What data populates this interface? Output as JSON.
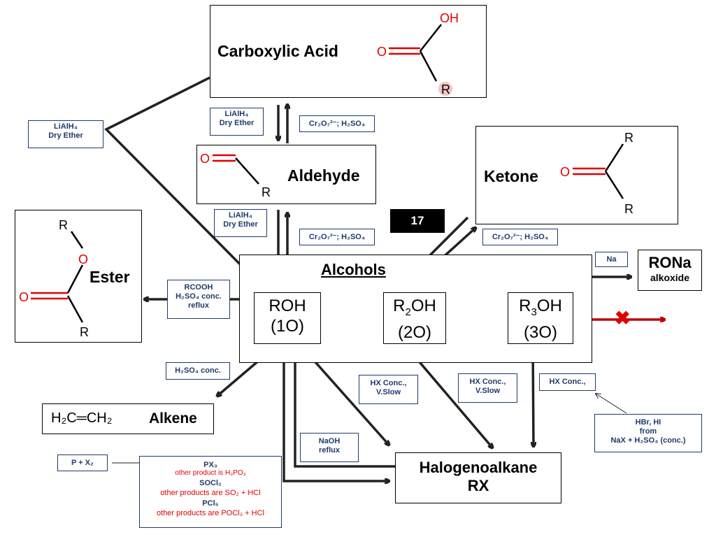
{
  "nodes": {
    "carboxylic_acid": "Carboxylic Acid",
    "aldehyde": "Aldehyde",
    "ketone": "Ketone",
    "ester": "Ester",
    "alcohols": "Alcohols",
    "primary": {
      "formula": "ROH",
      "degree": "(1O)"
    },
    "secondary": {
      "formula_main": "R",
      "formula_sub": "2",
      "formula_tail": "OH",
      "degree": "(2O)"
    },
    "tertiary": {
      "formula_main": "R",
      "formula_sub": "3",
      "formula_tail": "OH",
      "degree": "(3O)"
    },
    "rona": {
      "title": "RONa",
      "subtitle": "alkoxide"
    },
    "alkene": {
      "formula": "H₂C═CH₂",
      "name": "Alkene"
    },
    "halogenoalkane": {
      "line1": "Halogenoalkane",
      "line2": "RX"
    }
  },
  "structures": {
    "oh": "OH",
    "o": "O",
    "r": "R"
  },
  "slide_number": "17",
  "reagents": {
    "liaih4_left": {
      "line1": "LiAlH₄",
      "line2": "Dry Ether"
    },
    "liaih4_top": {
      "line1": "LiAlH₄",
      "line2": "Dry Ether"
    },
    "liaih4_mid": {
      "line1": "LiAlH₄",
      "line2": "Dry Ether"
    },
    "cr_top": "Cr₂O₇²⁻; H₂SO₄",
    "cr_mid": "Cr₂O₇²⁻; H₂SO₄",
    "cr_right": "Cr₂O₇²⁻; H₂SO₄",
    "na": "Na",
    "rcooh": {
      "line1": "RCOOH",
      "line2": "H₂SO₄ conc.",
      "line3": "reflux"
    },
    "h2so4": "H₂SO₄ conc.",
    "hx1": {
      "line1": "HX Conc.,",
      "line2": "V.Slow"
    },
    "hx2": {
      "line1": "HX Conc.,",
      "line2": "V.Slow"
    },
    "hx3": "HX Conc.,",
    "hbr": {
      "line1": "HBr, HI",
      "line2": "from",
      "line3": "NaX + H₂SO₄  (conc.)"
    },
    "naoh": {
      "line1": "NaOH",
      "line2": "reflux"
    },
    "px": "P + X₂",
    "halogenating": {
      "px3": "PX₃",
      "px3_note": "other product is H₃PO₃",
      "socl2": "SOCl₂",
      "socl2_note": "other products are SO₂ + HCl",
      "pcl5": "PCl₅",
      "pcl5_note": "other products are POCl₃ + HCl"
    }
  },
  "colors": {
    "arrow": "#222222",
    "label_border": "#1f3a6b",
    "red": "#e00000",
    "dark_red": "#c00000"
  }
}
